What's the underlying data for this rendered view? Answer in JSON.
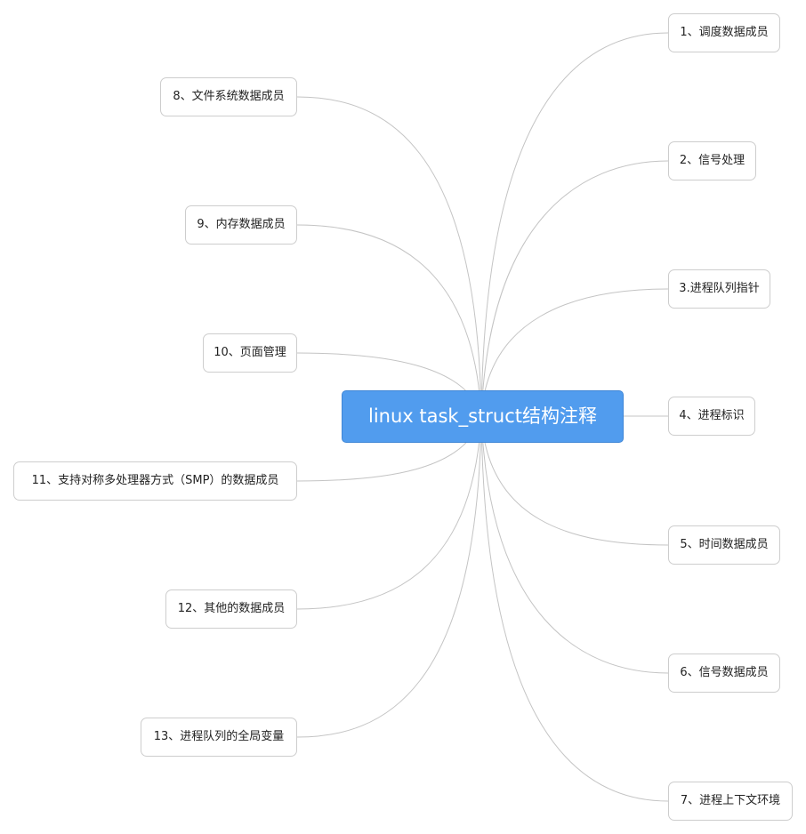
{
  "root": {
    "label": "linux task_struct结构注释"
  },
  "branches": {
    "b1": "1、调度数据成员",
    "b2": "2、信号处理",
    "b3": "3.进程队列指针",
    "b4": "4、进程标识",
    "b5": "5、时间数据成员",
    "b6": "6、信号数据成员",
    "b7": "7、进程上下文环境",
    "b8": "8、文件系统数据成员",
    "b9": "9、内存数据成员",
    "b10": "10、页面管理",
    "b11": "11、支持对称多处理器方式（SMP）的数据成员",
    "b12": "12、其他的数据成员",
    "b13": "13、进程队列的全局变量"
  },
  "colors": {
    "root_fill": "#519cee",
    "root_text": "#ffffff",
    "line": "#c4c4c4",
    "node_border": "#cdcdcd"
  }
}
